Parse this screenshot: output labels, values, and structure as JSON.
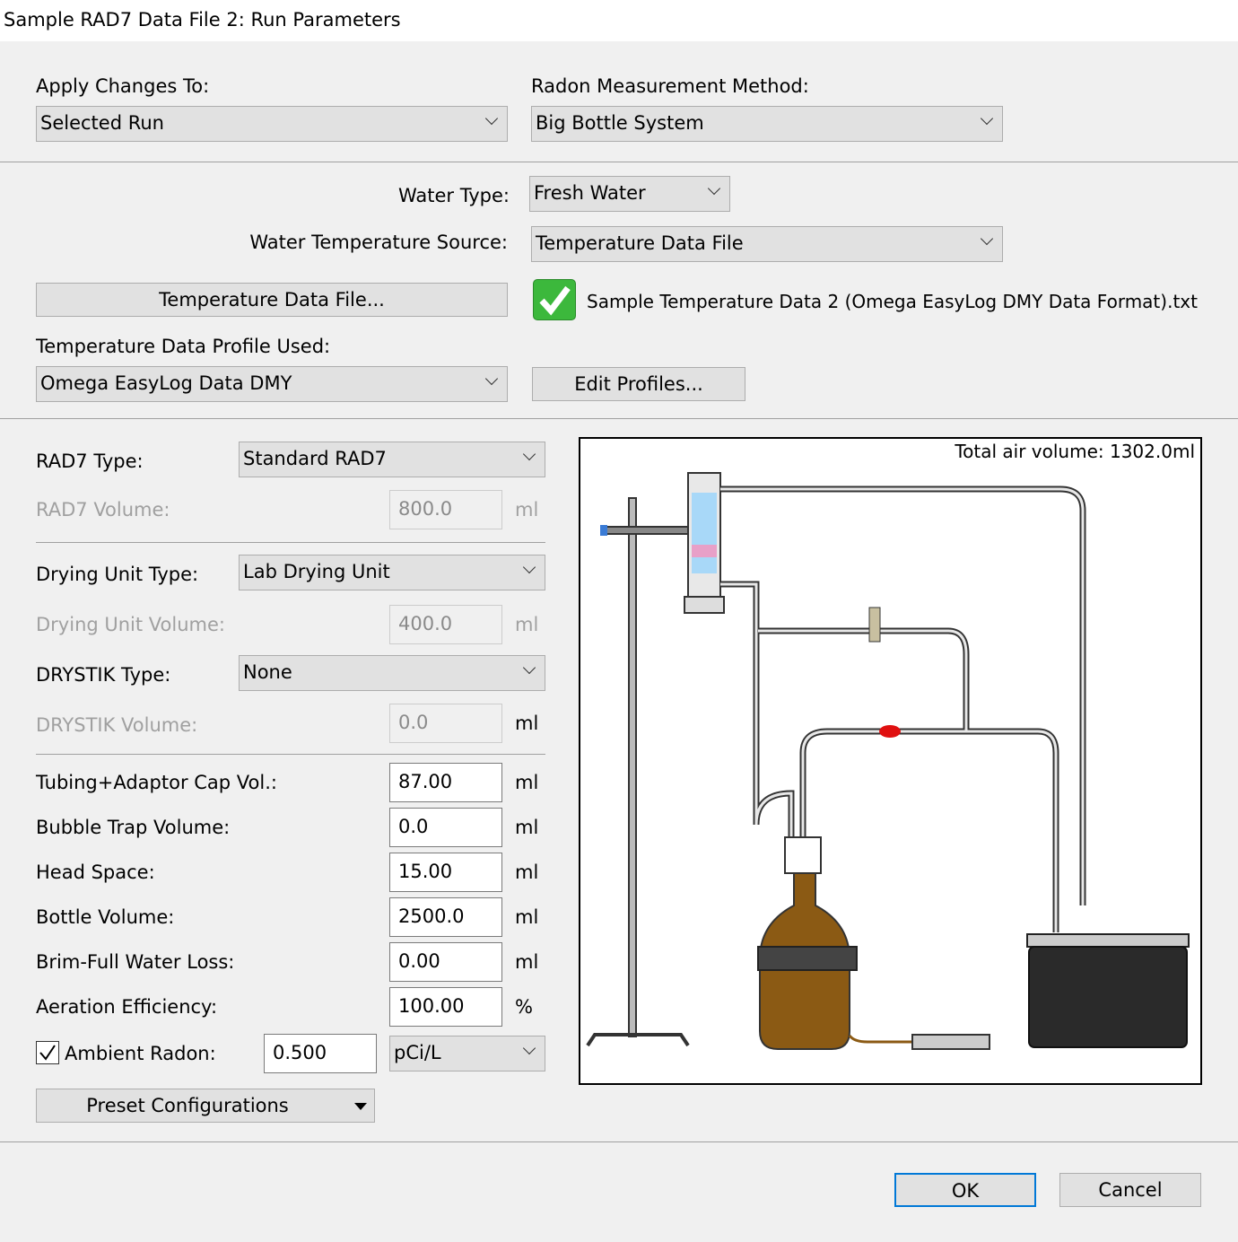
{
  "window": {
    "title": "Sample RAD7 Data File 2: Run Parameters"
  },
  "apply": {
    "label": "Apply Changes To:",
    "value": "Selected Run"
  },
  "method": {
    "label": "Radon Measurement Method:",
    "value": "Big Bottle System"
  },
  "water_type": {
    "label": "Water Type:",
    "value": "Fresh Water"
  },
  "temp_source": {
    "label": "Water Temperature Source:",
    "value": "Temperature Data File"
  },
  "temp_file": {
    "button": "Temperature Data File...",
    "filename": "Sample Temperature Data 2 (Omega EasyLog DMY Data Format).txt",
    "status_icon": "check-icon",
    "status_color": "#3cb83c"
  },
  "profile": {
    "label": "Temperature Data Profile Used:",
    "value": "Omega EasyLog Data DMY",
    "edit_button": "Edit Profiles..."
  },
  "rad7_type": {
    "label": "RAD7 Type:",
    "value": "Standard RAD7"
  },
  "rad7_volume": {
    "label": "RAD7 Volume:",
    "value": "800.0",
    "unit": "ml"
  },
  "drying_type": {
    "label": "Drying Unit Type:",
    "value": "Lab Drying Unit"
  },
  "drying_volume": {
    "label": "Drying Unit Volume:",
    "value": "400.0",
    "unit": "ml"
  },
  "drystik_type": {
    "label": "DRYSTIK Type:",
    "value": "None"
  },
  "drystik_volume": {
    "label": "DRYSTIK Volume:",
    "value": "0.0",
    "unit": "ml"
  },
  "fields": [
    {
      "label": "Tubing+Adaptor Cap Vol.:",
      "value": "87.00",
      "unit": "ml"
    },
    {
      "label": "Bubble Trap Volume:",
      "value": "0.0",
      "unit": "ml"
    },
    {
      "label": "Head Space:",
      "value": "15.00",
      "unit": "ml"
    },
    {
      "label": "Bottle Volume:",
      "value": "2500.0",
      "unit": "ml"
    },
    {
      "label": "Brim-Full Water Loss:",
      "value": "0.00",
      "unit": "ml"
    },
    {
      "label": "Aeration Efficiency:",
      "value": "100.00",
      "unit": "%"
    }
  ],
  "ambient": {
    "label": "Ambient Radon:",
    "checked": true,
    "value": "0.500",
    "unit": "pCi/L"
  },
  "preset_button": "Preset Configurations",
  "diagram": {
    "total_air": "Total air volume: 1302.0ml"
  },
  "ok": "OK",
  "cancel": "Cancel"
}
